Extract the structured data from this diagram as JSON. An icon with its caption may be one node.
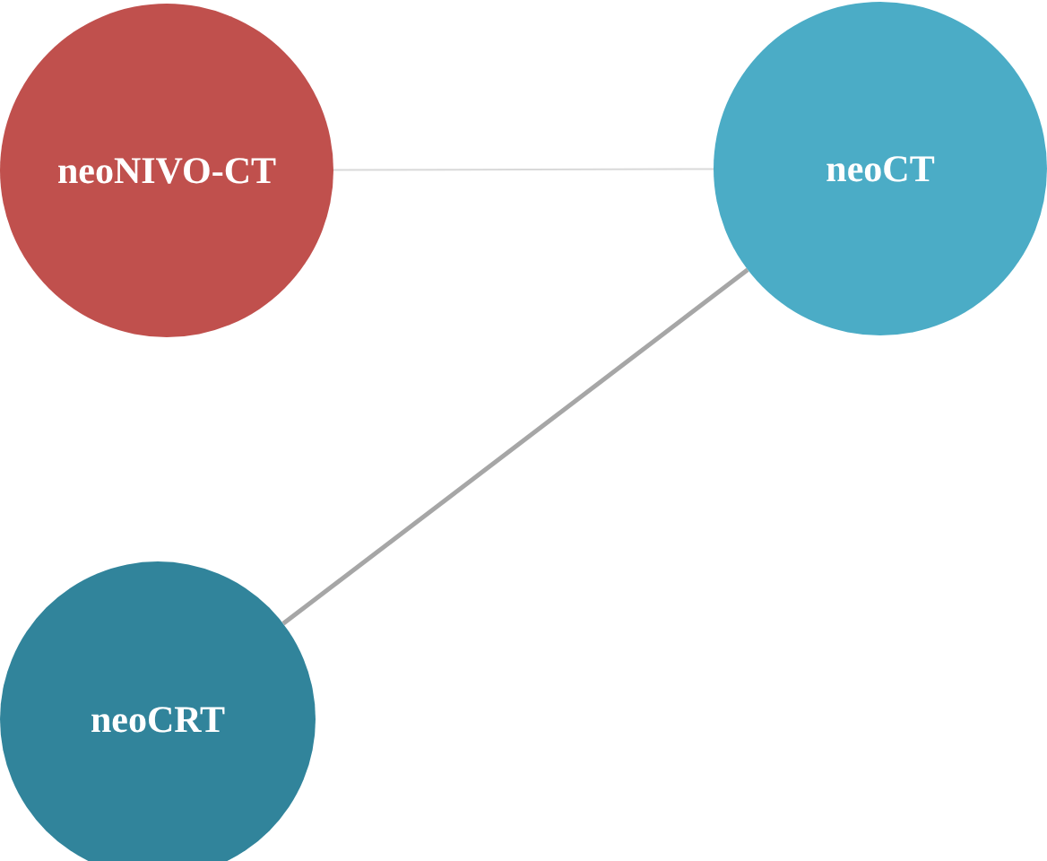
{
  "diagram": {
    "nodes": [
      {
        "text": [
          "neoNIVO-CT"
        ]
      },
      {
        "text": [
          "neoCT"
        ]
      },
      {
        "text": [
          "neoCRT"
        ]
      }
    ],
    "edges": [
      {
        "from": 0,
        "to": 1,
        "arrow": "none"
      },
      {
        "from": 1,
        "to": 2,
        "arrow": "none",
        "style": "thick"
      }
    ]
  }
}
